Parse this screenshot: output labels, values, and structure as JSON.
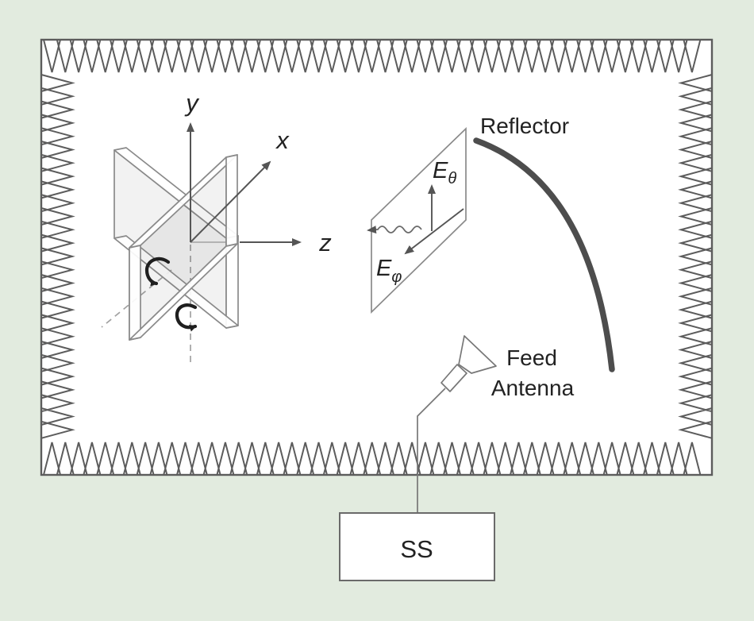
{
  "diagram": {
    "title_semantic": "Anechoic chamber antenna measurement setup",
    "labels": {
      "y": "y",
      "x": "x",
      "z": "z",
      "e": "E",
      "theta": "θ",
      "phi": "φ",
      "reflector": "Reflector",
      "feed_line1": "Feed",
      "feed_line2": "Antenna",
      "ss": "SS"
    }
  },
  "colors": {
    "background": "#e2ebdf",
    "chamber": "#ffffff",
    "absorber": "#5c5c5c",
    "sheet": "#8a8a8a",
    "axis": "#555555",
    "ink": "#222222",
    "reflector": "#4d4d4d",
    "rot": "#1f1f1f",
    "thin": "#777777",
    "dash": "#a2a2a2"
  }
}
